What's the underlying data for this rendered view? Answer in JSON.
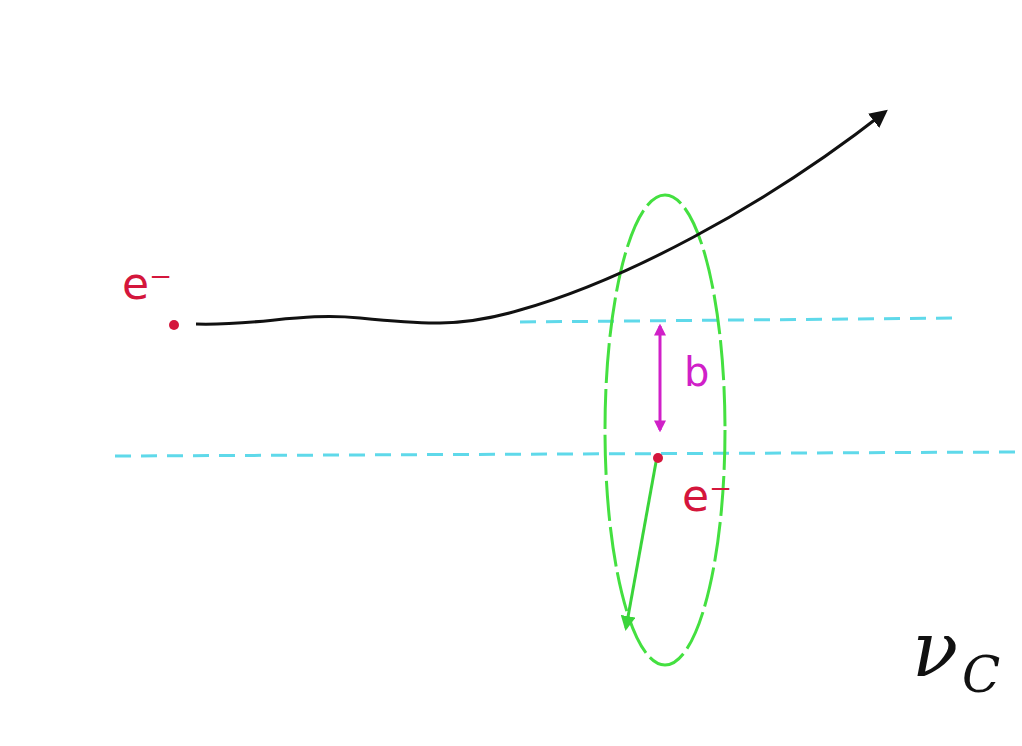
{
  "diagram": {
    "labels": [
      "e⁻",
      "b",
      "e⁻",
      "ν",
      "C"
    ]
  }
}
